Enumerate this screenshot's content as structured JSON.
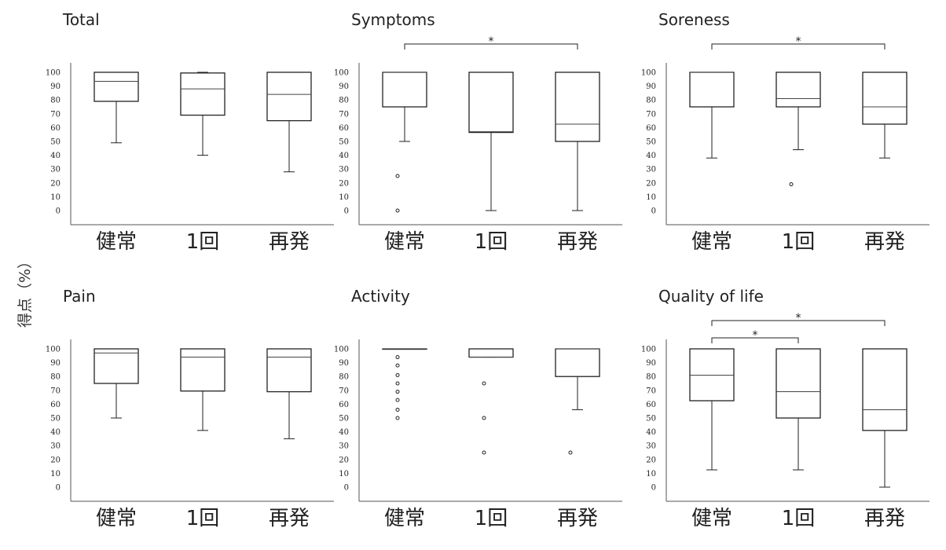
{
  "ylabel": "得点（%）",
  "chart_data": [
    {
      "type": "box",
      "title": "Total",
      "categories": [
        "健常",
        "1回",
        "再発"
      ],
      "yticks": [
        0,
        10,
        20,
        30,
        40,
        50,
        60,
        70,
        80,
        90,
        100
      ],
      "ylim": [
        0,
        100
      ],
      "boxes": [
        {
          "min": 49,
          "q1": 79,
          "median": 93.5,
          "q3": 100,
          "max": 100,
          "outliers": []
        },
        {
          "min": 40,
          "q1": 69,
          "median": 88,
          "q3": 99.5,
          "max": 100,
          "outliers": []
        },
        {
          "min": 28,
          "q1": 65,
          "median": 84,
          "q3": 100,
          "max": 100,
          "outliers": []
        }
      ],
      "significance": []
    },
    {
      "type": "box",
      "title": "Symptoms",
      "categories": [
        "健常",
        "1回",
        "再発"
      ],
      "yticks": [
        0,
        10,
        20,
        30,
        40,
        50,
        60,
        70,
        80,
        90,
        100
      ],
      "ylim": [
        0,
        100
      ],
      "boxes": [
        {
          "min": 50,
          "q1": 75,
          "median": 100,
          "q3": 100,
          "max": 100,
          "outliers": [
            25,
            0
          ]
        },
        {
          "min": 0,
          "q1": 56.5,
          "median": 57,
          "q3": 100,
          "max": 100,
          "outliers": []
        },
        {
          "min": 0,
          "q1": 50,
          "median": 62.5,
          "q3": 100,
          "max": 100,
          "outliers": []
        }
      ],
      "significance": [
        {
          "from": 0,
          "to": 2,
          "label": "*"
        }
      ]
    },
    {
      "type": "box",
      "title": "Soreness",
      "categories": [
        "健常",
        "1回",
        "再発"
      ],
      "yticks": [
        0,
        10,
        20,
        30,
        40,
        50,
        60,
        70,
        80,
        90,
        100
      ],
      "ylim": [
        0,
        100
      ],
      "boxes": [
        {
          "min": 38,
          "q1": 75,
          "median": 100,
          "q3": 100,
          "max": 100,
          "outliers": []
        },
        {
          "min": 44,
          "q1": 75,
          "median": 81,
          "q3": 100,
          "max": 100,
          "outliers": [
            19
          ]
        },
        {
          "min": 38,
          "q1": 62.5,
          "median": 75,
          "q3": 100,
          "max": 100,
          "outliers": []
        }
      ],
      "significance": [
        {
          "from": 0,
          "to": 2,
          "label": "*"
        }
      ]
    },
    {
      "type": "box",
      "title": "Pain",
      "categories": [
        "健常",
        "1回",
        "再発"
      ],
      "yticks": [
        0,
        10,
        20,
        30,
        40,
        50,
        60,
        70,
        80,
        90,
        100
      ],
      "ylim": [
        0,
        100
      ],
      "boxes": [
        {
          "min": 50,
          "q1": 75,
          "median": 97,
          "q3": 100,
          "max": 100,
          "outliers": []
        },
        {
          "min": 41,
          "q1": 69.5,
          "median": 94,
          "q3": 100,
          "max": 100,
          "outliers": []
        },
        {
          "min": 35,
          "q1": 69,
          "median": 94,
          "q3": 100,
          "max": 100,
          "outliers": []
        }
      ],
      "significance": []
    },
    {
      "type": "box",
      "title": "Activity",
      "categories": [
        "健常",
        "1回",
        "再発"
      ],
      "yticks": [
        0,
        10,
        20,
        30,
        40,
        50,
        60,
        70,
        80,
        90,
        100
      ],
      "ylim": [
        0,
        100
      ],
      "boxes": [
        {
          "min": 100,
          "q1": 100,
          "median": 100,
          "q3": 100,
          "max": 100,
          "outliers": [
            94,
            88,
            81,
            75,
            69,
            63,
            56,
            50
          ]
        },
        {
          "min": 94,
          "q1": 94,
          "median": 94,
          "q3": 100,
          "max": 100,
          "outliers": [
            75,
            50,
            25
          ]
        },
        {
          "min": 56,
          "q1": 80,
          "median": 100,
          "q3": 100,
          "max": 100,
          "outliers": [
            25
          ]
        }
      ],
      "significance": []
    },
    {
      "type": "box",
      "title": "Quality of life",
      "categories": [
        "健常",
        "1回",
        "再発"
      ],
      "yticks": [
        0,
        10,
        20,
        30,
        40,
        50,
        60,
        70,
        80,
        90,
        100
      ],
      "ylim": [
        0,
        100
      ],
      "boxes": [
        {
          "min": 12.5,
          "q1": 62.5,
          "median": 81,
          "q3": 100,
          "max": 100,
          "outliers": []
        },
        {
          "min": 12.5,
          "q1": 50,
          "median": 69,
          "q3": 100,
          "max": 100,
          "outliers": []
        },
        {
          "min": 0,
          "q1": 41,
          "median": 56,
          "q3": 100,
          "max": 100,
          "outliers": []
        }
      ],
      "significance": [
        {
          "from": 0,
          "to": 1,
          "label": "*"
        },
        {
          "from": 0,
          "to": 2,
          "label": "*"
        }
      ]
    }
  ]
}
